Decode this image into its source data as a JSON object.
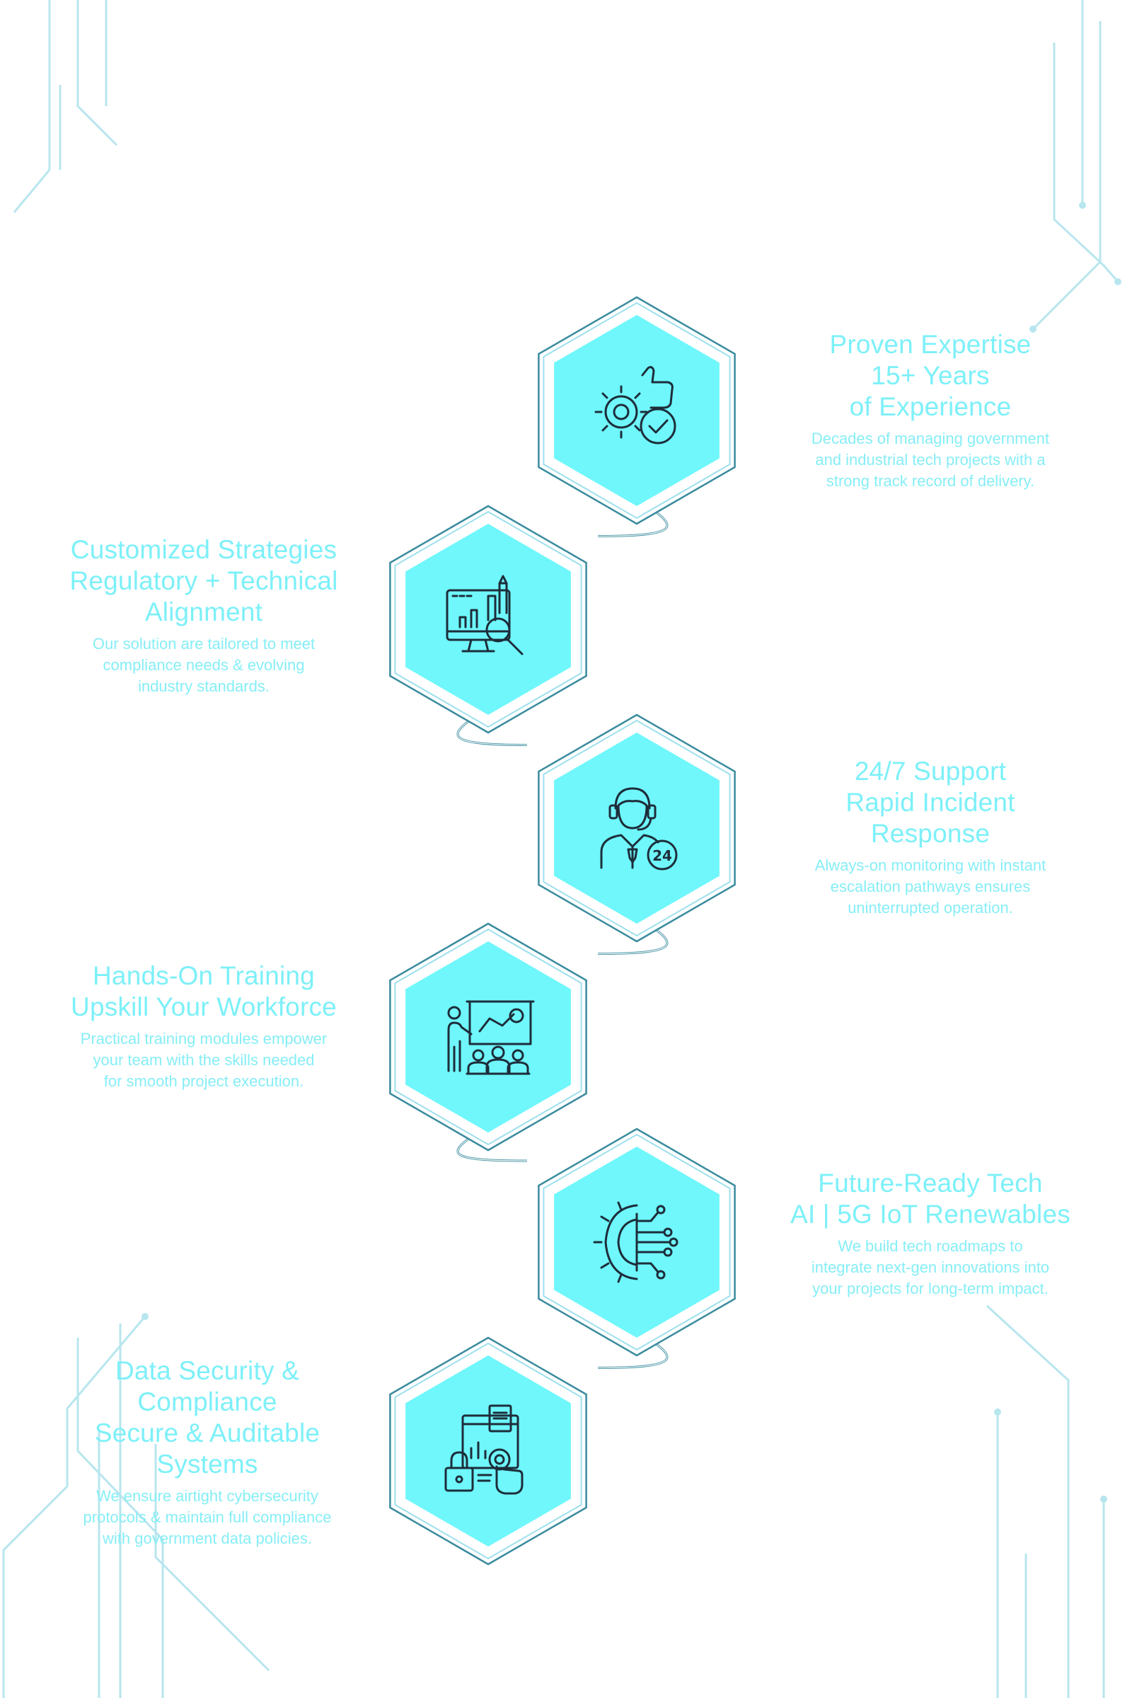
{
  "colors": {
    "accent_fill": "#6ff7fb",
    "outline": "#3a8c9e",
    "outline_light": "#9ee0ec",
    "text": "#7df0f8",
    "icon_stroke": "#1d2d3a"
  },
  "features": [
    {
      "icon": "gear-thumbs-up-check-icon",
      "title_lines": [
        "Proven Expertise",
        "15+ Years",
        "of Experience"
      ],
      "desc_lines": [
        "Decades of managing government",
        "and industrial tech projects with a",
        "strong track record of delivery."
      ]
    },
    {
      "icon": "monitor-chart-magnifier-icon",
      "title_lines": [
        "Customized Strategies",
        "Regulatory + Technical",
        "Alignment"
      ],
      "desc_lines": [
        "Our solution are tailored to meet",
        "compliance needs & evolving",
        "industry standards."
      ]
    },
    {
      "icon": "support-agent-24-icon",
      "title_lines": [
        "24/7 Support",
        "Rapid Incident",
        "Response"
      ],
      "desc_lines": [
        "Always-on monitoring with instant",
        "escalation pathways ensures",
        "uninterrupted operation."
      ]
    },
    {
      "icon": "presentation-training-icon",
      "title_lines": [
        "Hands-On Training",
        "Upskill Your Workforce"
      ],
      "desc_lines": [
        "Practical training modules empower",
        "your team with the skills needed",
        "for smooth project execution."
      ]
    },
    {
      "icon": "gear-circuit-icon",
      "title_lines": [
        "Future-Ready Tech",
        "AI | 5G IoT Renewables"
      ],
      "desc_lines": [
        "We build tech roadmaps to",
        "integrate next-gen innovations into",
        "your projects for long-term impact."
      ]
    },
    {
      "icon": "data-security-lock-icon",
      "title_lines": [
        "Data Security &",
        "Compliance",
        "Secure & Auditable",
        "Systems"
      ],
      "desc_lines": [
        "We ensure airtight cybersecurity",
        "protocols & maintain full compliance",
        "with government data policies."
      ]
    }
  ]
}
